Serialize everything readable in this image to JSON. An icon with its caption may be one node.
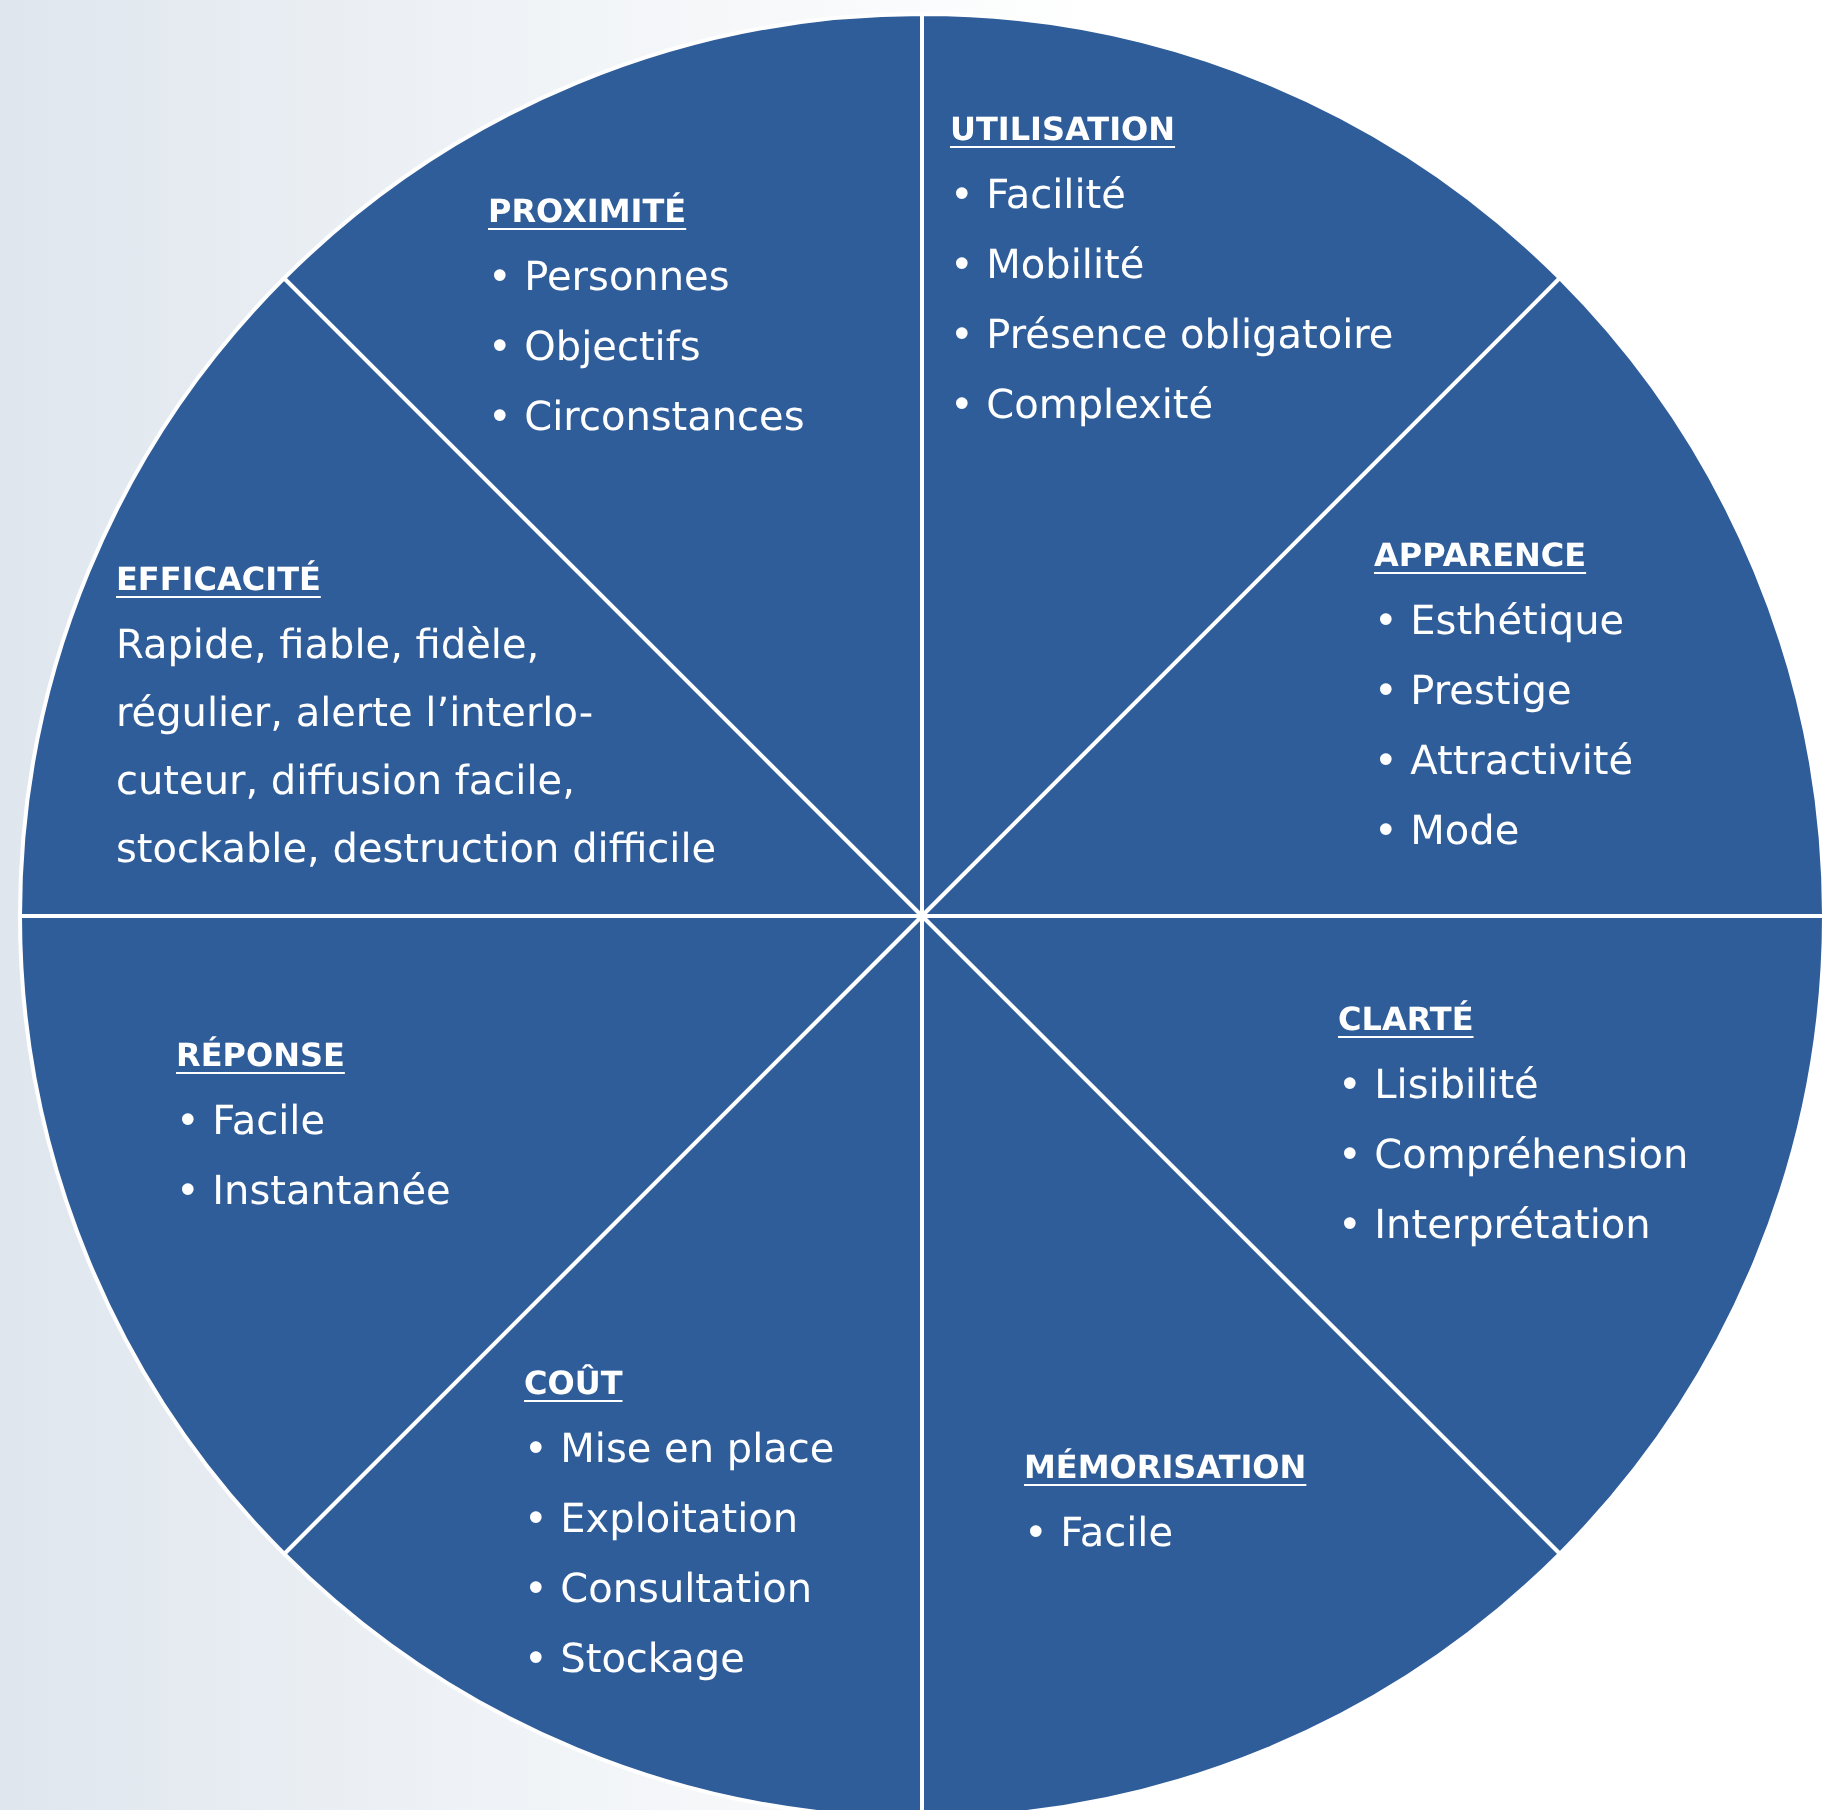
{
  "diagram": {
    "nodes": [
      {
        "text": [
          "UTILISATION",
          "• Facilité",
          "• Mobilité",
          "• Présence obligatoire",
          "• Complexité"
        ]
      },
      {
        "text": [
          "APPARENCE",
          "• Esthétique",
          "• Prestige",
          "• Attractivité",
          "• Mode"
        ]
      },
      {
        "text": [
          "CLARTÉ",
          "• Lisibilité",
          "• Compréhension",
          "• Interprétation"
        ]
      },
      {
        "text": [
          "MÉMORISATION",
          "• Facile"
        ]
      },
      {
        "text": [
          "COÛT",
          "• Mise en place",
          "• Exploitation",
          "• Consultation",
          "• Stockage"
        ]
      },
      {
        "text": [
          "RÉPONSE",
          "• Facile",
          "• Instantanée"
        ]
      },
      {
        "text": [
          "EFFICACITÉ",
          "Rapide, fiable, fidèle, régulier, alerte l’interlo-cuteur, diffusion facile, stockable, destruction difficile"
        ]
      },
      {
        "text": [
          "PROXIMITÉ",
          "• Personnes",
          "• Objectifs",
          "• Circonstances"
        ]
      }
    ]
  }
}
